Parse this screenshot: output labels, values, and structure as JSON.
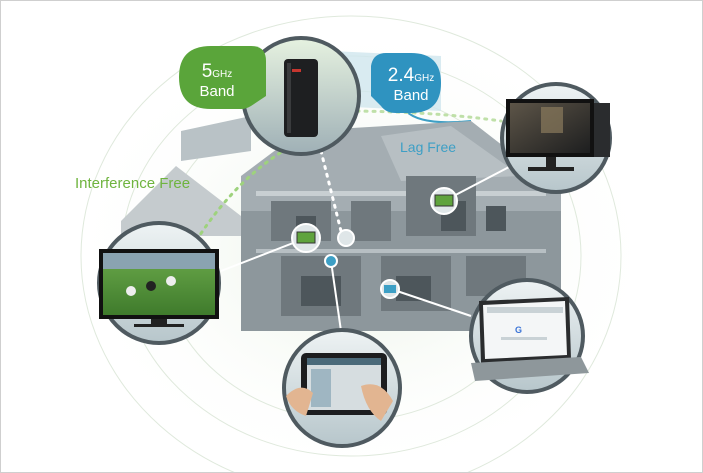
{
  "bands": {
    "five": {
      "number": "5",
      "unit": "GHz",
      "word": "Band",
      "color": "#5aa53a"
    },
    "two_four": {
      "number": "2.4",
      "unit": "GHz",
      "word": "Band",
      "color": "#2f93c0"
    }
  },
  "labels": {
    "lag_free": "Lag Free",
    "interference_free": "Interference Free"
  },
  "colors": {
    "green_accent": "#6fb43f",
    "blue_accent": "#3d9fc5",
    "house": "#9aa3a7",
    "bubble_ring": "#4f5a60"
  },
  "devices": [
    {
      "name": "router",
      "icon": "router-icon"
    },
    {
      "name": "television-top-right",
      "icon": "tv-icon"
    },
    {
      "name": "television-left",
      "icon": "tv-icon"
    },
    {
      "name": "tablet",
      "icon": "tablet-icon"
    },
    {
      "name": "laptop",
      "icon": "laptop-icon"
    }
  ]
}
